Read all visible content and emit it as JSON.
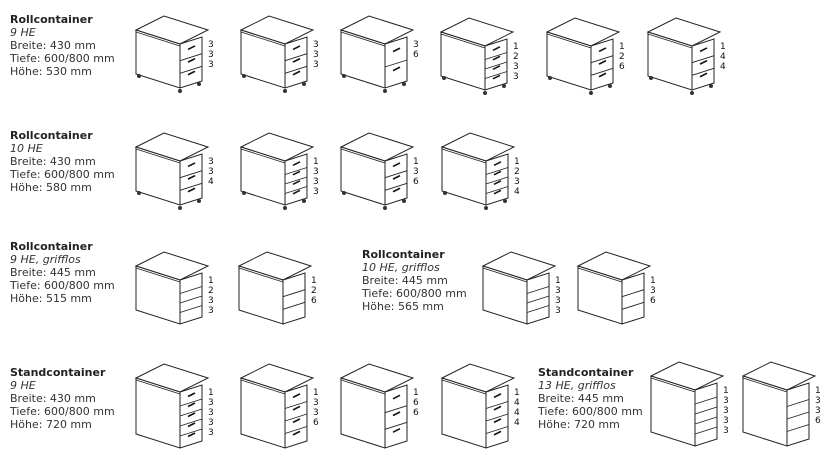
{
  "groups": [
    {
      "title": "Rollcontainer",
      "subtitle": "9 HE",
      "lines": [
        "Breite: 430 mm",
        "Tiefe: 600/800 mm",
        "Höhe: 530 mm"
      ],
      "items": [
        {
          "codes": [
            "3",
            "3",
            "3"
          ],
          "drawers": 3,
          "wheels": true,
          "style": "handle"
        },
        {
          "codes": [
            "3",
            "3",
            "3"
          ],
          "drawers": 3,
          "wheels": true,
          "style": "handle"
        },
        {
          "codes": [
            "3",
            "6"
          ],
          "drawers": 2,
          "wheels": true,
          "style": "handle"
        },
        {
          "codes": [
            "1",
            "2",
            "3",
            "3"
          ],
          "drawers": 4,
          "wheels": true,
          "style": "handle"
        },
        {
          "codes": [
            "1",
            "2",
            "6"
          ],
          "drawers": 3,
          "wheels": true,
          "style": "handle"
        },
        {
          "codes": [
            "1",
            "4",
            "4"
          ],
          "drawers": 3,
          "wheels": true,
          "style": "handle"
        }
      ]
    },
    {
      "title": "Rollcontainer",
      "subtitle": "10 HE",
      "lines": [
        "Breite: 430 mm",
        "Tiefe: 600/800 mm",
        "Höhe: 580 mm"
      ],
      "items": [
        {
          "codes": [
            "3",
            "3",
            "4"
          ],
          "drawers": 3,
          "wheels": true,
          "style": "handle"
        },
        {
          "codes": [
            "1",
            "3",
            "3",
            "3"
          ],
          "drawers": 4,
          "wheels": true,
          "style": "handle"
        },
        {
          "codes": [
            "1",
            "3",
            "6"
          ],
          "drawers": 3,
          "wheels": true,
          "style": "handle"
        },
        {
          "codes": [
            "1",
            "2",
            "3",
            "4"
          ],
          "drawers": 4,
          "wheels": true,
          "style": "handle"
        }
      ]
    },
    {
      "title": "Rollcontainer",
      "subtitle": "9 HE, grifflos",
      "lines": [
        "Breite: 445 mm",
        "Tiefe: 600/800 mm",
        "Höhe: 515 mm"
      ],
      "items": [
        {
          "codes": [
            "1",
            "2",
            "3",
            "3"
          ],
          "drawers": 4,
          "wheels": false,
          "style": "flat"
        },
        {
          "codes": [
            "1",
            "2",
            "6"
          ],
          "drawers": 3,
          "wheels": false,
          "style": "flat"
        }
      ]
    },
    {
      "title": "Rollcontainer",
      "subtitle": "10 HE, grifflos",
      "lines": [
        "Breite: 445 mm",
        "Tiefe: 600/800 mm",
        "Höhe: 565 mm"
      ],
      "items": [
        {
          "codes": [
            "1",
            "3",
            "3",
            "3"
          ],
          "drawers": 4,
          "wheels": false,
          "style": "flat"
        },
        {
          "codes": [
            "1",
            "3",
            "6"
          ],
          "drawers": 3,
          "wheels": false,
          "style": "flat"
        }
      ]
    },
    {
      "title": "Standcontainer",
      "subtitle": "9 HE",
      "lines": [
        "Breite: 430 mm",
        "Tiefe: 600/800 mm",
        "Höhe: 720 mm"
      ],
      "items": [
        {
          "codes": [
            "1",
            "3",
            "3",
            "3",
            "3"
          ],
          "drawers": 5,
          "wheels": false,
          "style": "handle"
        },
        {
          "codes": [
            "1",
            "3",
            "3",
            "6"
          ],
          "drawers": 4,
          "wheels": false,
          "style": "handle"
        },
        {
          "codes": [
            "1",
            "6",
            "6"
          ],
          "drawers": 3,
          "wheels": false,
          "style": "handle"
        },
        {
          "codes": [
            "1",
            "4",
            "4",
            "4"
          ],
          "drawers": 4,
          "wheels": false,
          "style": "handle"
        }
      ]
    },
    {
      "title": "Standcontainer",
      "subtitle": "13 HE, grifflos",
      "lines": [
        "Breite: 445 mm",
        "Tiefe: 600/800 mm",
        "Höhe: 720 mm"
      ],
      "items": [
        {
          "codes": [
            "1",
            "3",
            "3",
            "3",
            "3"
          ],
          "drawers": 5,
          "wheels": false,
          "style": "flat"
        },
        {
          "codes": [
            "1",
            "3",
            "3",
            "6"
          ],
          "drawers": 4,
          "wheels": false,
          "style": "flat"
        }
      ]
    }
  ]
}
